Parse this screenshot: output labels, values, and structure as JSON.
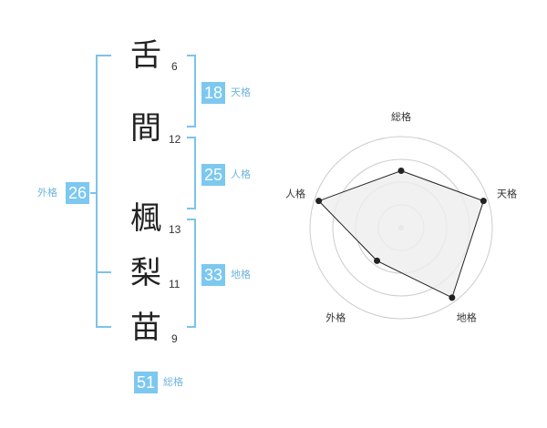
{
  "name": {
    "chars": [
      {
        "char": "舌",
        "strokes": "6"
      },
      {
        "char": "間",
        "strokes": "12"
      },
      {
        "char": "楓",
        "strokes": "13"
      },
      {
        "char": "梨",
        "strokes": "11"
      },
      {
        "char": "苗",
        "strokes": "9"
      }
    ]
  },
  "fortunes": {
    "tenkaku": {
      "value": "18",
      "label": "天格"
    },
    "jinkaku": {
      "value": "25",
      "label": "人格"
    },
    "chikaku": {
      "value": "33",
      "label": "地格"
    },
    "gaikaku": {
      "value": "26",
      "label": "外格"
    },
    "soukaku": {
      "value": "51",
      "label": "総格"
    }
  },
  "chart_data": {
    "type": "radar",
    "axes": [
      "総格",
      "天格",
      "地格",
      "外格",
      "人格"
    ],
    "rings": 4,
    "max": 4,
    "values": [
      2.5,
      3.8,
      3.8,
      1.8,
      3.8
    ],
    "colors": {
      "fill": "#eeeeee",
      "line": "#222222",
      "ring": "#cccccc",
      "accent": "#7cc8f0"
    }
  }
}
